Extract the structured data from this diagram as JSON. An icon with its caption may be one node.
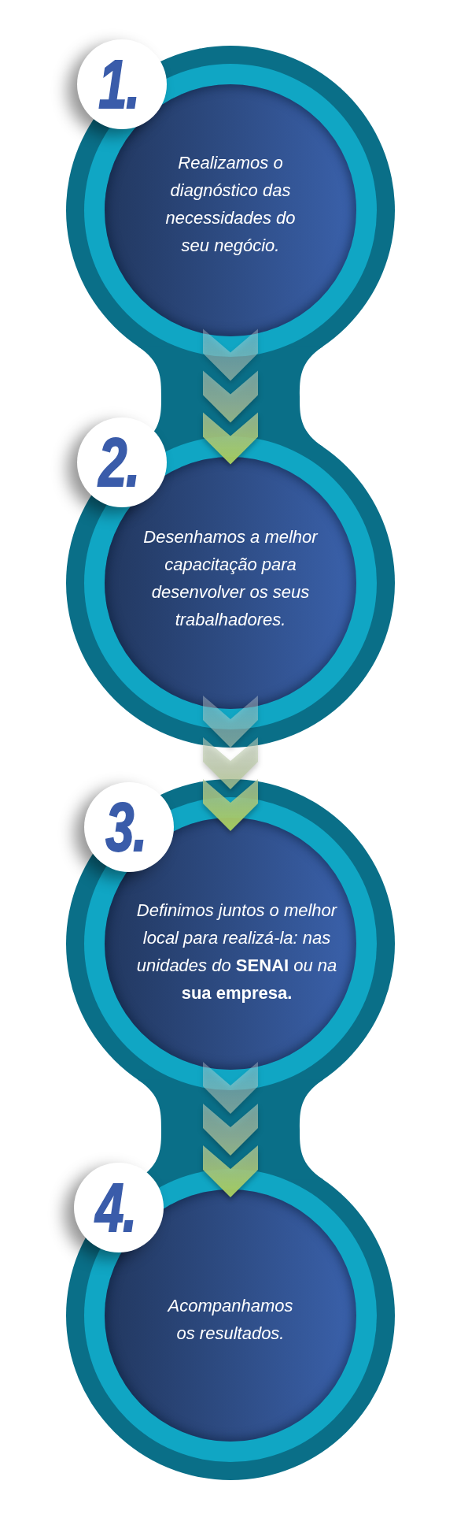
{
  "diagram": {
    "nodes": [
      {
        "text": [
          "1."
        ]
      },
      {
        "text": [
          "Realizamos o diagnóstico das necessidades do seu negócio."
        ]
      },
      {
        "text": [
          "2."
        ]
      },
      {
        "text": [
          "Desenhamos a melhor capacitação para desenvolver os seus trabalhadores."
        ]
      },
      {
        "text": [
          "3."
        ]
      },
      {
        "text": [
          "Definimos juntos o melhor local para realizá-la: nas unidades do **SENAI** ou na **sua empresa.**"
        ]
      },
      {
        "text": [
          "4."
        ]
      },
      {
        "text": [
          "Acompanhamos os resultados."
        ]
      }
    ],
    "edges": [
      {
        "from": 1,
        "to": 3,
        "arrow": "to"
      },
      {
        "from": 3,
        "to": 5,
        "arrow": "to"
      },
      {
        "from": 5,
        "to": 7,
        "arrow": "to"
      }
    ]
  }
}
